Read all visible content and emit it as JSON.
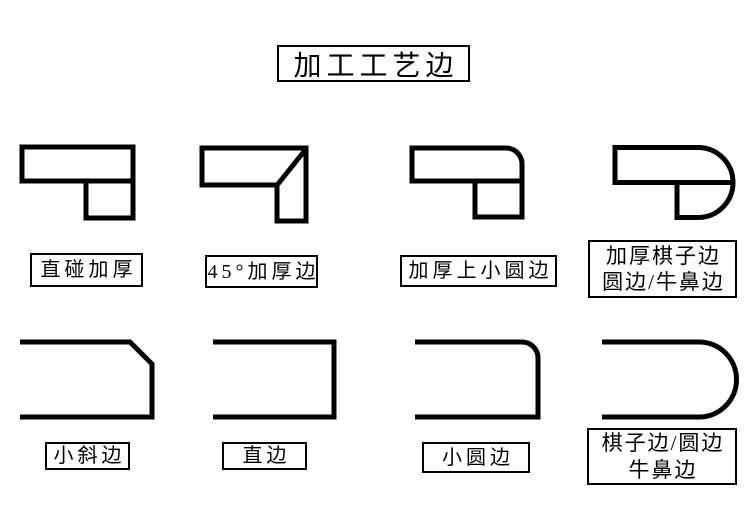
{
  "title": "加工工艺边",
  "colors": {
    "ink": "#000000",
    "background": "#ffffff"
  },
  "edges": {
    "row1": [
      {
        "label": "直碰加厚",
        "icon": "straight-butt-thickened-profile-icon"
      },
      {
        "label": "45°加厚边",
        "icon": "45-degree-thickened-edge-profile-icon"
      },
      {
        "label": "加厚上小圆边",
        "icon": "thickened-top-small-round-edge-profile-icon"
      },
      {
        "label_line1": "加厚棋子边",
        "label_line2": "圆边/牛鼻边",
        "icon": "thickened-pawn-round-bullnose-edge-profile-icon"
      }
    ],
    "row2": [
      {
        "label": "小斜边",
        "icon": "small-bevel-edge-profile-icon"
      },
      {
        "label": "直边",
        "icon": "straight-edge-profile-icon"
      },
      {
        "label": "小圆边",
        "icon": "small-round-edge-profile-icon"
      },
      {
        "label_line1": "棋子边/圆边",
        "label_line2": "牛鼻边",
        "icon": "pawn-round-bullnose-edge-profile-icon"
      }
    ]
  }
}
